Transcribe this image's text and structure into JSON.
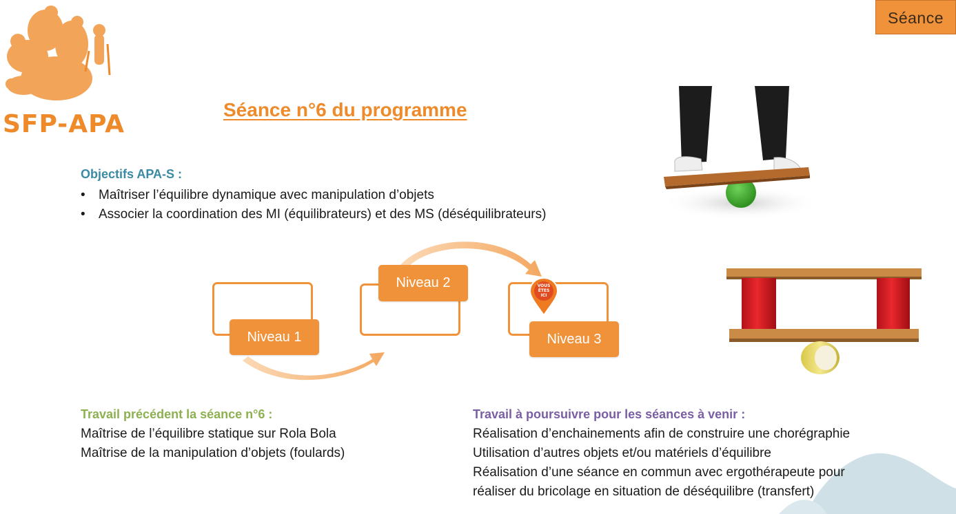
{
  "tag": {
    "label": "Séance"
  },
  "logo": {
    "text": "SFP-APA"
  },
  "title": "Séance n°6 du programme",
  "objectives": {
    "heading": "Objectifs APA-S :",
    "items": [
      "Maîtriser l’équilibre dynamique avec manipulation d’objets",
      "Associer la coordination des MI (équilibrateurs) et des MS (déséquilibrateurs)"
    ]
  },
  "levels": {
    "level1": "Niveau 1",
    "level2": "Niveau 2",
    "level3": "Niveau 3",
    "marker": [
      "VOUS",
      "ÊTES",
      "ICI"
    ]
  },
  "previous": {
    "heading": "Travail précédent la séance n°6 :",
    "lines": [
      "Maîtrise de l’équilibre statique sur Rola Bola",
      "Maîtrise de la manipulation d’objets (foulards)"
    ]
  },
  "next": {
    "heading": "Travail à poursuivre pour les séances à venir :",
    "lines": [
      "Réalisation d’enchainements afin de construire une chorégraphie",
      "Utilisation d’autres objets et/ou matériels d’équilibre",
      "Réalisation d’une séance en commun avec ergothérapeute pour",
      "réaliser du bricolage en situation de déséquilibre (transfert)"
    ]
  },
  "colors": {
    "accent": "#f0923a",
    "title": "#ee8a2a",
    "objectives": "#3b8aa4",
    "previous": "#8db150",
    "next": "#7a5ea3"
  }
}
